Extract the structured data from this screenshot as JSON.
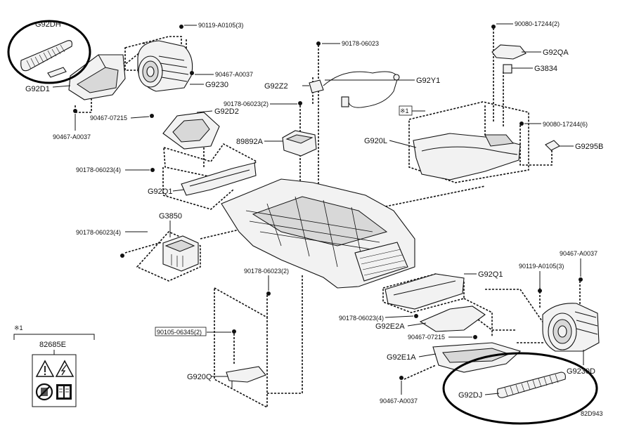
{
  "callouts": {
    "g92dh": "G92DH",
    "g92d1": "G92D1",
    "n90119_a0105_top": "90119-A0105(3)",
    "n90467_a0037_a": "90467-A0037",
    "g9230": "G9230",
    "n90467_07215_a": "90467-07215",
    "n90467_a0037_b": "90467-A0037",
    "g92d2": "G92D2",
    "n90178_06023": "90178-06023",
    "g92z2": "G92Z2",
    "g92y1": "G92Y1",
    "n90178_06023_2_a": "90178-06023(2)",
    "n89892a": "89892A",
    "n90080_17244_2": "90080-17244(2)",
    "g92qa": "G92QA",
    "g3834": "G3834",
    "mark1": "※1",
    "g920l": "G920L",
    "n90080_17244_6": "90080-17244(6)",
    "g9295b": "G9295B",
    "n90178_06023_4_a": "90178-06023(4)",
    "g92q1_a": "G92Q1",
    "g3850": "G3850",
    "n90178_06023_4_b": "90178-06023(4)",
    "n90178_06023_2_b": "90178-06023(2)",
    "g92q1_b": "G92Q1",
    "n90467_a0037_c": "90467-A0037",
    "n90119_a0105_bottom": "90119-A0105(3)",
    "n90105_06345": "90105-06345(2)",
    "n90178_06023_4_c": "90178-06023(4)",
    "g92e2a": "G92E2A",
    "n90467_07215_b": "90467-07215",
    "g92e1a": "G92E1A",
    "g9230d": "G9230D",
    "g920q": "G920Q",
    "g92dj": "G92DJ",
    "n90467_a0037_d": "90467-A0037",
    "figure_id": "82D943"
  },
  "legend": {
    "mark": "※1",
    "part": "82685E",
    "icons": [
      "warning-triangle-icon",
      "electric-hazard-icon",
      "no-disassembly-icon",
      "read-manual-icon"
    ]
  },
  "colors": {
    "line": "#111111",
    "highlight_ring": "#000000",
    "part_fill": "#f2f2f2"
  }
}
